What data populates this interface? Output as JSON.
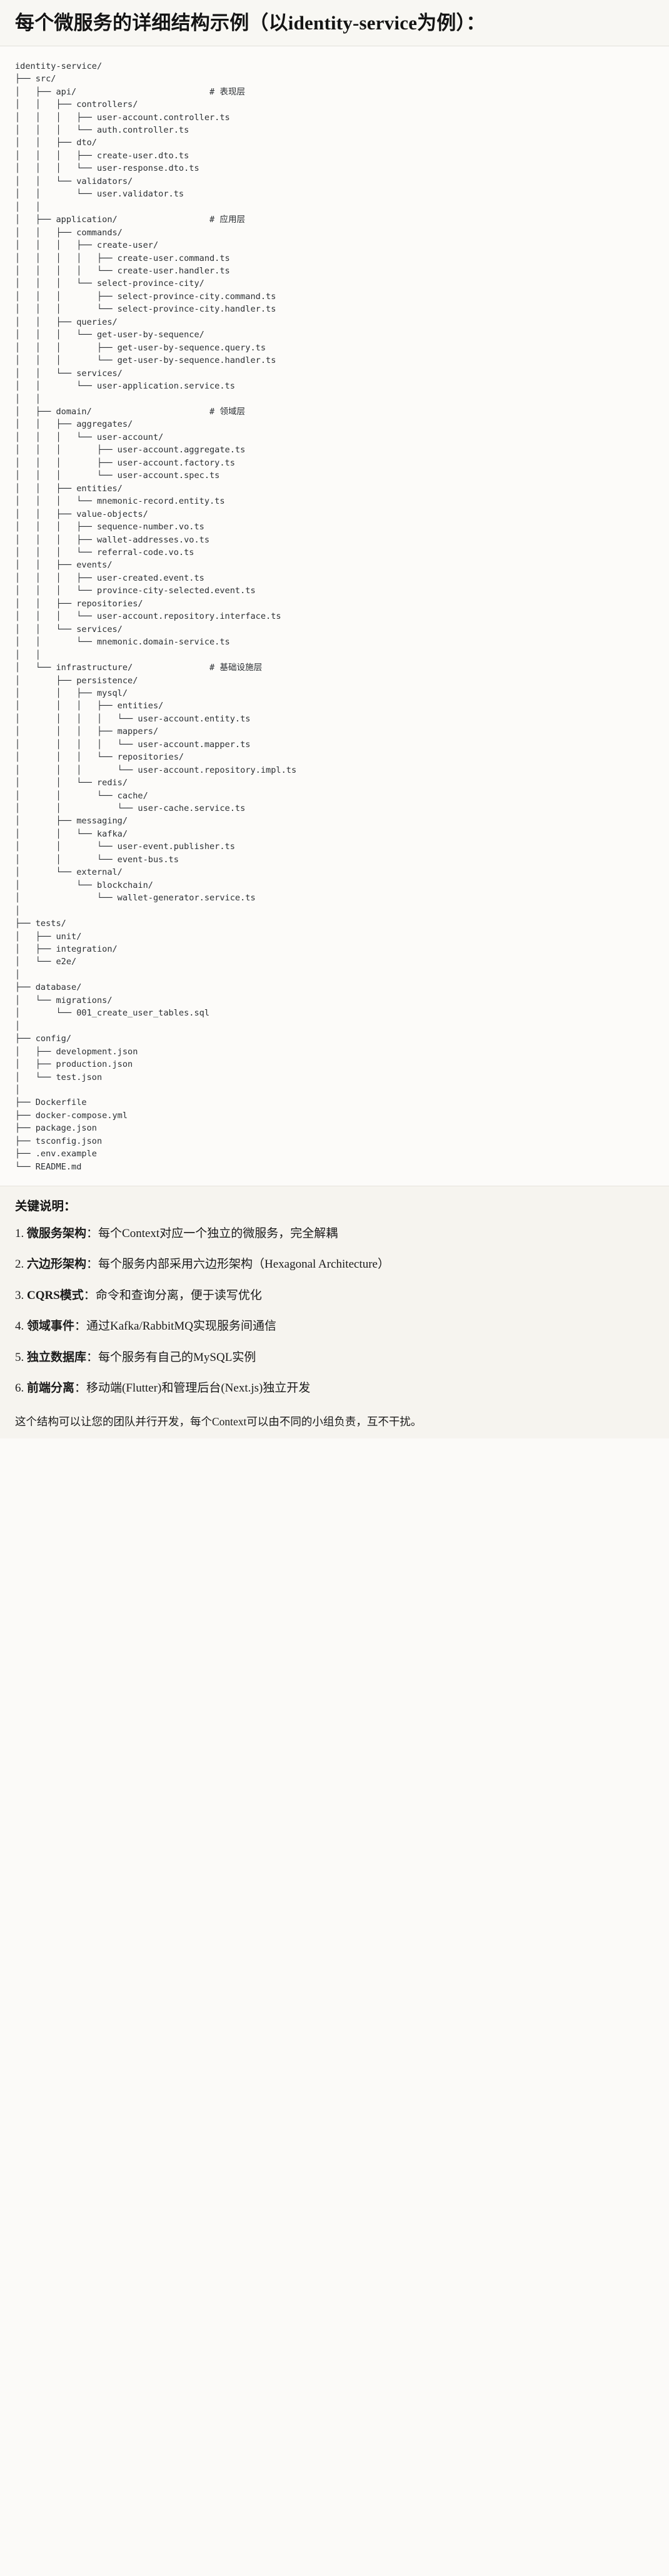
{
  "header": {
    "title": "每个微服务的详细结构示例（以identity-service为例）："
  },
  "tree": {
    "root": "identity-service/",
    "text": "identity-service/\n├── src/\n│   ├── api/                          # 表现层\n│   │   ├── controllers/\n│   │   │   ├── user-account.controller.ts\n│   │   │   └── auth.controller.ts\n│   │   ├── dto/\n│   │   │   ├── create-user.dto.ts\n│   │   │   └── user-response.dto.ts\n│   │   └── validators/\n│   │       └── user.validator.ts\n│   │\n│   ├── application/                  # 应用层\n│   │   ├── commands/\n│   │   │   ├── create-user/\n│   │   │   │   ├── create-user.command.ts\n│   │   │   │   └── create-user.handler.ts\n│   │   │   └── select-province-city/\n│   │   │       ├── select-province-city.command.ts\n│   │   │       └── select-province-city.handler.ts\n│   │   ├── queries/\n│   │   │   └── get-user-by-sequence/\n│   │   │       ├── get-user-by-sequence.query.ts\n│   │   │       └── get-user-by-sequence.handler.ts\n│   │   └── services/\n│   │       └── user-application.service.ts\n│   │\n│   ├── domain/                       # 领域层\n│   │   ├── aggregates/\n│   │   │   └── user-account/\n│   │   │       ├── user-account.aggregate.ts\n│   │   │       ├── user-account.factory.ts\n│   │   │       └── user-account.spec.ts\n│   │   ├── entities/\n│   │   │   └── mnemonic-record.entity.ts\n│   │   ├── value-objects/\n│   │   │   ├── sequence-number.vo.ts\n│   │   │   ├── wallet-addresses.vo.ts\n│   │   │   └── referral-code.vo.ts\n│   │   ├── events/\n│   │   │   ├── user-created.event.ts\n│   │   │   └── province-city-selected.event.ts\n│   │   ├── repositories/\n│   │   │   └── user-account.repository.interface.ts\n│   │   └── services/\n│   │       └── mnemonic.domain-service.ts\n│   │\n│   └── infrastructure/               # 基础设施层\n│       ├── persistence/\n│       │   ├── mysql/\n│       │   │   ├── entities/\n│       │   │   │   └── user-account.entity.ts\n│       │   │   ├── mappers/\n│       │   │   │   └── user-account.mapper.ts\n│       │   │   └── repositories/\n│       │   │       └── user-account.repository.impl.ts\n│       │   └── redis/\n│       │       └── cache/\n│       │           └── user-cache.service.ts\n│       ├── messaging/\n│       │   └── kafka/\n│       │       └── user-event.publisher.ts\n│       │       └── event-bus.ts\n│       └── external/\n│           └── blockchain/\n│               └── wallet-generator.service.ts\n│\n├── tests/\n│   ├── unit/\n│   ├── integration/\n│   └── e2e/\n│\n├── database/\n│   └── migrations/\n│       └── 001_create_user_tables.sql\n│\n├── config/\n│   ├── development.json\n│   ├── production.json\n│   └── test.json\n│\n├── Dockerfile\n├── docker-compose.yml\n├── package.json\n├── tsconfig.json\n├── .env.example\n└── README.md"
  },
  "keypoints": {
    "title": "关键说明：",
    "items": [
      {
        "num": "1.",
        "term": "微服务架构",
        "sep": "：",
        "desc": "每个Context对应一个独立的微服务，完全解耦"
      },
      {
        "num": "2.",
        "term": "六边形架构",
        "sep": "：",
        "desc": "每个服务内部采用六边形架构（Hexagonal Architecture）"
      },
      {
        "num": "3.",
        "term": "CQRS模式",
        "sep": "：",
        "desc": "命令和查询分离，便于读写优化"
      },
      {
        "num": "4.",
        "term": "领域事件",
        "sep": "：",
        "desc": "通过Kafka/RabbitMQ实现服务间通信"
      },
      {
        "num": "5.",
        "term": "独立数据库",
        "sep": "：",
        "desc": "每个服务有自己的MySQL实例"
      },
      {
        "num": "6.",
        "term": "前端分离",
        "sep": "：",
        "desc": "移动端(Flutter)和管理后台(Next.js)独立开发"
      }
    ],
    "footnote": "这个结构可以让您的团队并行开发，每个Context可以由不同的小组负责，互不干扰。"
  }
}
